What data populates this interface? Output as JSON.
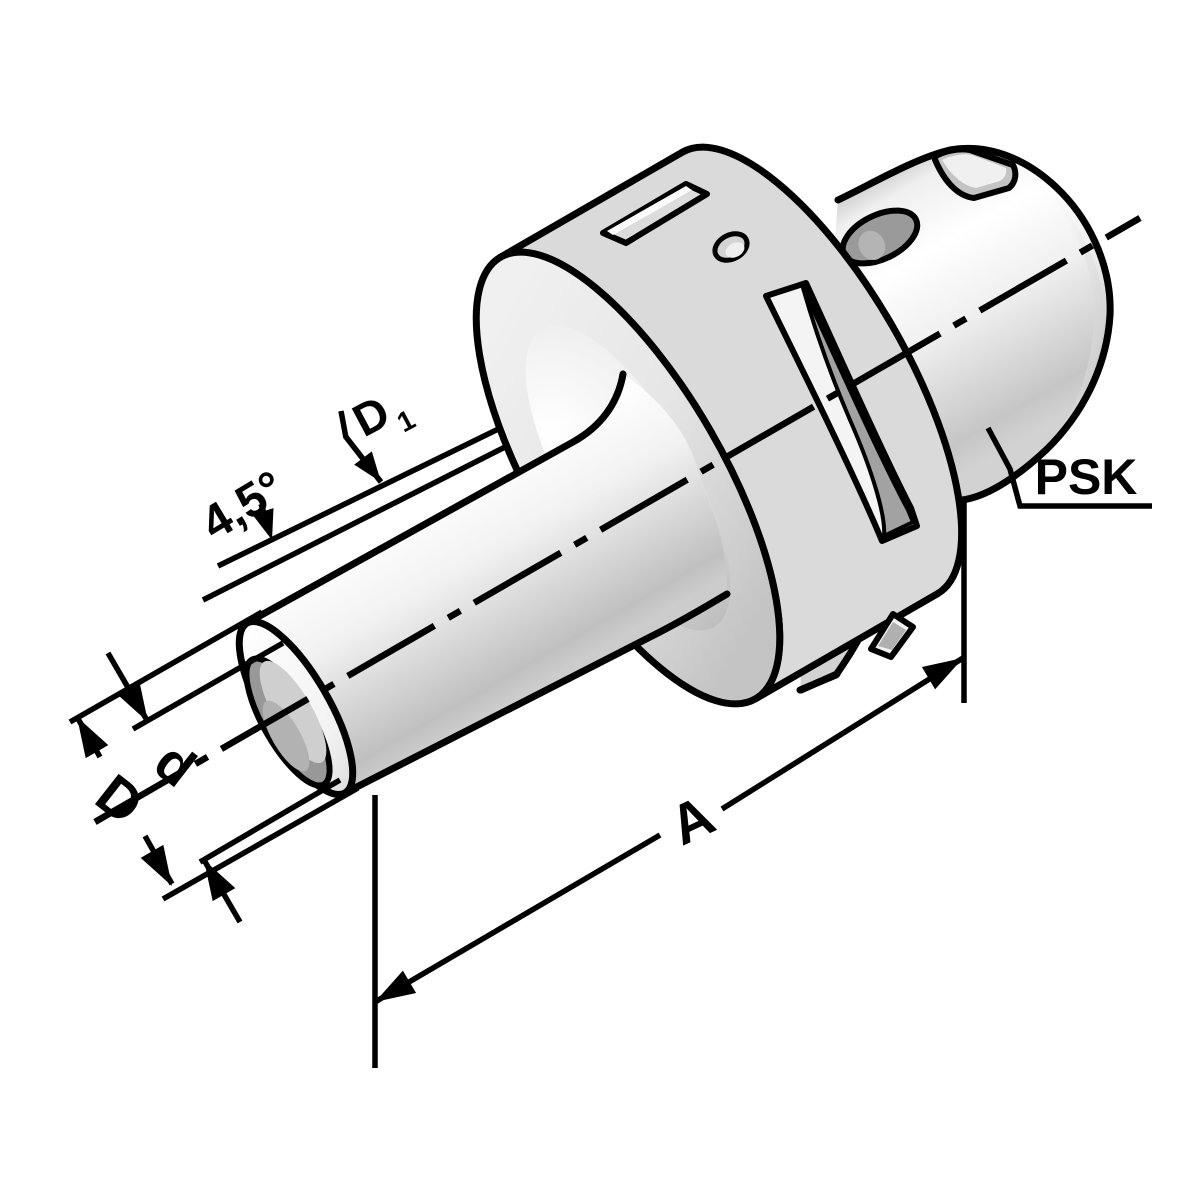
{
  "drawing": {
    "kind": "technical-drawing",
    "subject": "shrink-fit tool holder with PSK polygon taper interface",
    "colors": {
      "background": "#ffffff",
      "line": "#000000",
      "metal_bright": "#ffffff",
      "metal_light": "#f2f2f2",
      "metal_mid": "#d6d6d6",
      "metal_dark": "#9a9a9a"
    }
  },
  "labels": {
    "dim_d1_main": "D",
    "dim_d1_sub": "1",
    "angle": "4,5°",
    "dim_big_d": "D",
    "dim_small_d": "d",
    "dim_a": "A",
    "interface": "PSK"
  }
}
